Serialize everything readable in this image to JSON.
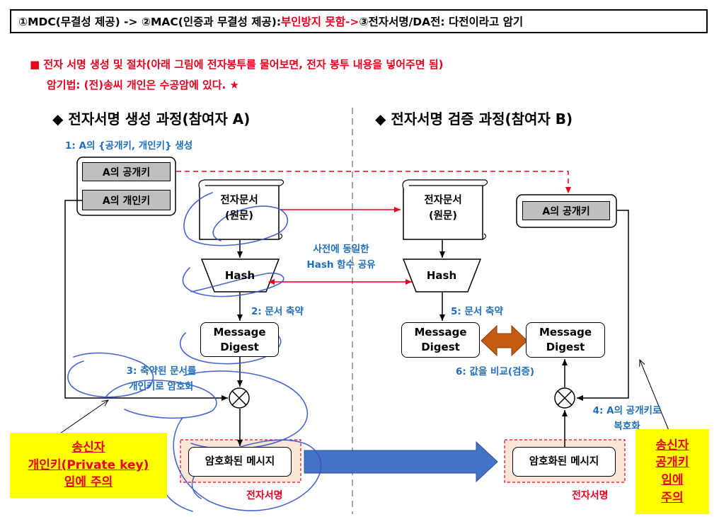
{
  "title": {
    "part1": "①MDC(무결성 제공) -> ②MAC(인증과 무결성 제공): ",
    "part2": "부인방지 못함-> ",
    "part3": "③전자서명/DA전: 다전이라고 암기"
  },
  "section": {
    "line1": "■ 전자 서명 생성 및 절차(아래 그림에 전자봉투를 물어보면, 전자 봉투 내용을 넣어주면 됨)",
    "line2": "암기법: (전)송씨 개인은 수공암에 있다. ★"
  },
  "left": {
    "heading": "◆ 전자서명 생성 과정(참여자 A)",
    "step1": "1: A의 {공개키, 개인키} 생성",
    "public_key": "A의 공개키",
    "private_key": "A의 개인키",
    "document_line1": "전자문서",
    "document_line2": "(원문)",
    "hash": "Hash",
    "step2": "2: 문서 축약",
    "digest_line1": "Message",
    "digest_line2": "Digest",
    "step3_line1": "3: 축약된 문서를",
    "step3_line2": "개인키로 암호화",
    "encrypted": "암호화된 메시지",
    "signature": "전자서명"
  },
  "middle": {
    "shared_line1": "사전에 동일한",
    "shared_line2": "Hash 함수 공유"
  },
  "right": {
    "heading": "◆ 전자서명 검증 과정(참여자 B)",
    "document_line1": "전자문서",
    "document_line2": "(원문)",
    "hash": "Hash",
    "step5": "5: 문서 축약",
    "digest1_line1": "Message",
    "digest1_line2": "Digest",
    "digest2_line1": "Message",
    "digest2_line2": "Digest",
    "step6": "6: 값을 비교(검증)",
    "public_key": "A의 공개키",
    "step4_line1": "4: A의 공개키로",
    "step4_line2": "복호화",
    "encrypted": "암호화된 메시지",
    "signature": "전자서명"
  },
  "notes": {
    "sender_private_line1": "송신자",
    "sender_private_line2": "개인키(Private key)",
    "sender_private_line3": "임에 주의",
    "sender_public_line1": "송신자",
    "sender_public_line2": "공개키",
    "sender_public_line3": "임에",
    "sender_public_line4": "주의"
  },
  "colors": {
    "red": "#e8001c",
    "blue_label": "#1f6fbf",
    "key_gray": "#bfbfbf",
    "big_arrow_blue": "#4472c4",
    "compare_arrow_orange": "#c55a11",
    "signature_pink": "#fbe5d6",
    "note_yellow": "#ffff00",
    "annotation_ink": "#3355cc"
  }
}
